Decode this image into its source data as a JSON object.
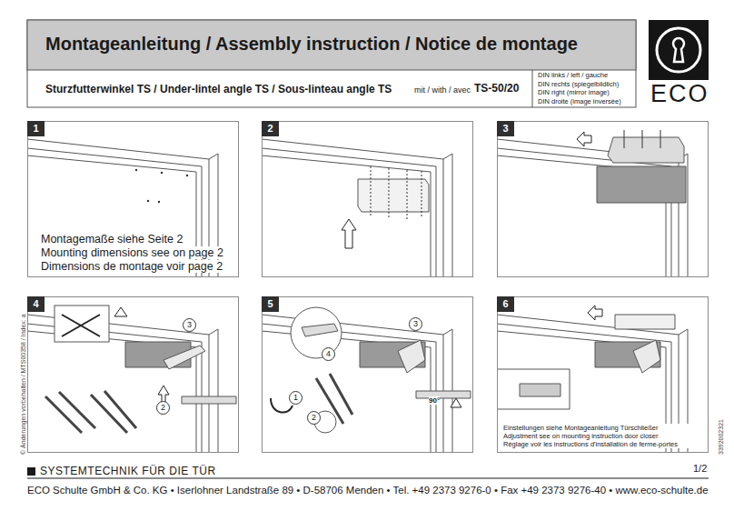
{
  "diagram": {
    "title": "Montageanleitung / Assembly instruction / Notice de montage",
    "nodes": [
      {
        "text": [
          "1",
          "Montagemaße siehe Seite 2",
          "Mounting dimensions see on page 2",
          "Dimensions de montage voir page 2"
        ]
      },
      {
        "text": [
          "2"
        ]
      },
      {
        "text": [
          "3"
        ]
      },
      {
        "text": [
          "4"
        ]
      },
      {
        "text": [
          "5"
        ]
      },
      {
        "text": [
          "6",
          "Einstellungen siehe Montageanleitung Türschließer",
          "Adjustment see on mounting instruction door closer",
          "Réglage voir les instructions d'installation de ferme-portes"
        ]
      }
    ],
    "labels": [
      "Sturzfutterwinkel TS / Under-lintel angle TS / Sous-linteau angle TS",
      "mit / with / avec",
      "TS-50/20",
      "DIN links / left / gauche",
      "DIN rechts (spiegelbildlich)",
      "DIN right (mirror image)",
      "DIN droite (image inversée)",
      "ECO",
      "© Änderungen vorbehalten / MTS00358 / Index: a",
      "3392002321",
      "SYSTEMTECHNIK FÜR DIE TÜR",
      "1/2",
      "ECO Schulte GmbH & Co. KG  •  Iserlohner Landstraße 89  •  D-58706 Menden  •  Tel. +49 2373 9276-0  •  Fax +49 2373 9276-40  •  www.eco-schulte.de",
      "3",
      "2",
      "4",
      "3",
      "1",
      "2",
      "90°"
    ]
  }
}
